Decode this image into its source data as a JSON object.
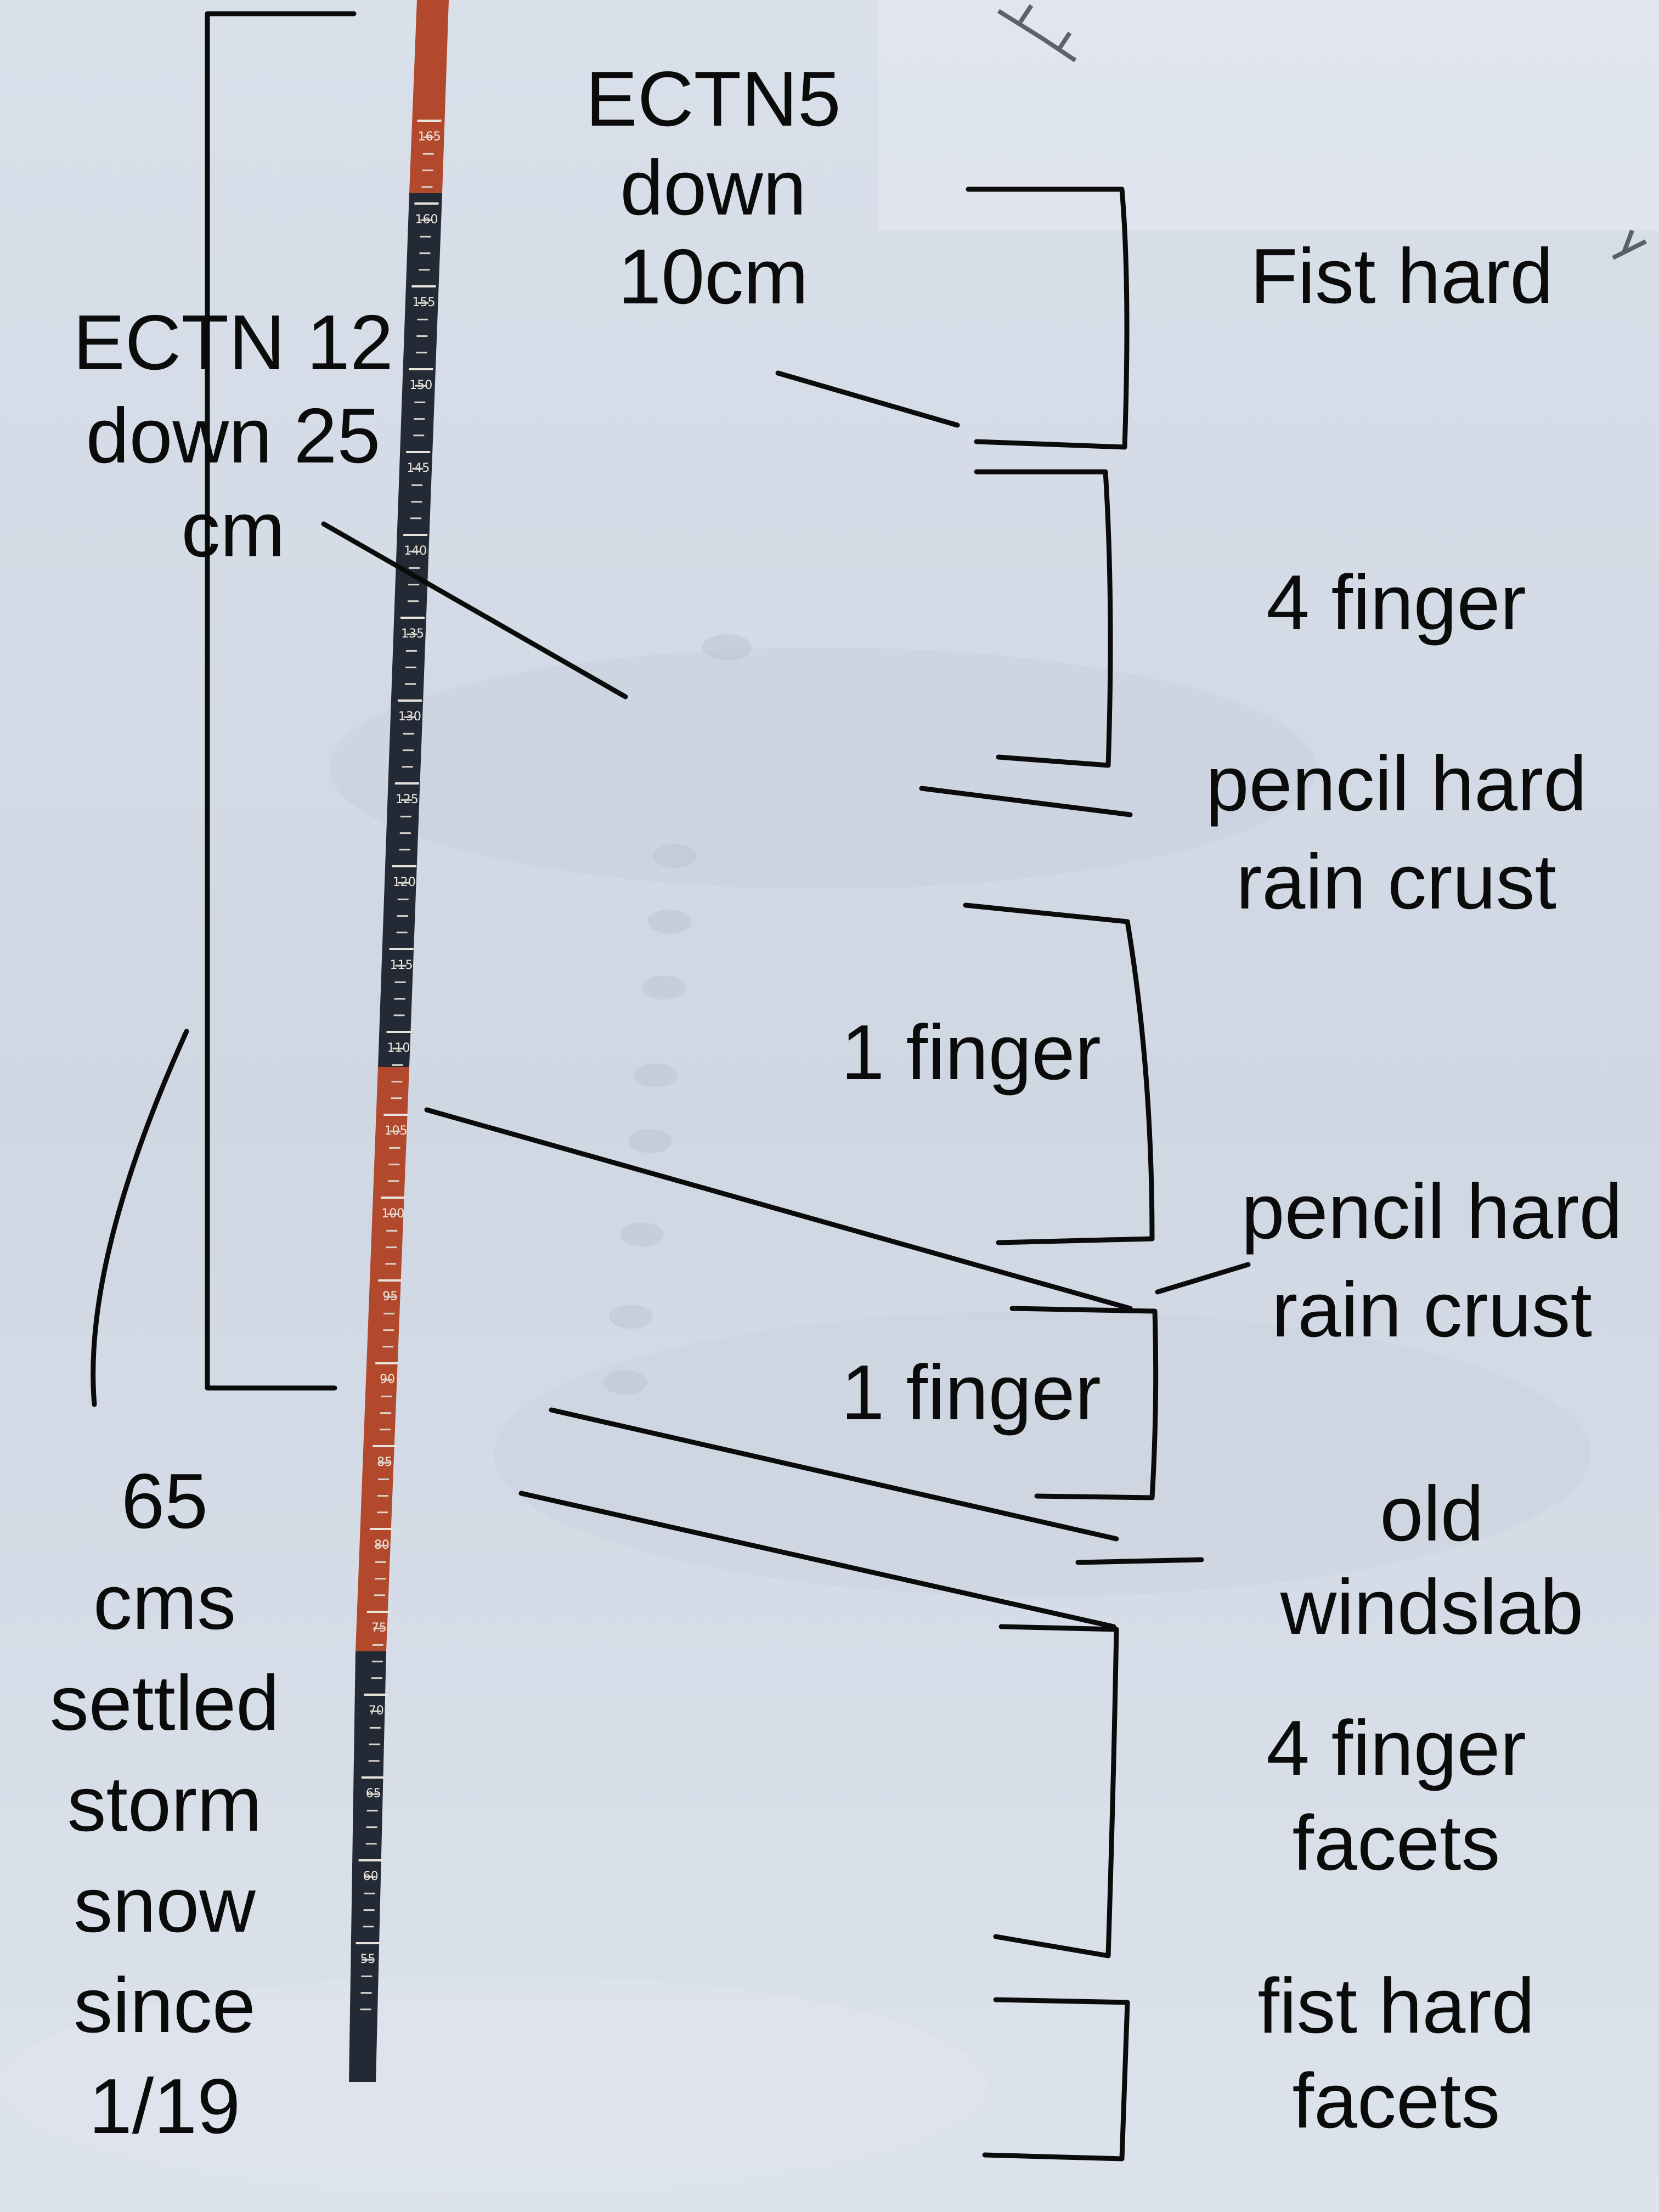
{
  "annotations": {
    "ectn5": [
      "ECTN5",
      "down",
      "10cm"
    ],
    "ectn12": [
      "ECTN 12",
      "down 25",
      "cm"
    ],
    "storm_snow": [
      "65",
      "cms",
      "settled",
      "storm",
      "snow",
      "since",
      "1/19"
    ]
  },
  "layers": [
    {
      "lines": [
        "Fist hard"
      ]
    },
    {
      "lines": [
        "4 finger"
      ]
    },
    {
      "lines": [
        "pencil hard",
        "rain crust"
      ]
    },
    {
      "lines": [
        "1 finger"
      ]
    },
    {
      "lines": [
        "pencil hard",
        "rain crust"
      ]
    },
    {
      "lines": [
        "1 finger"
      ]
    },
    {
      "lines": [
        "old",
        "windslab"
      ]
    },
    {
      "lines": [
        "4 finger",
        "facets"
      ]
    },
    {
      "lines": [
        "fist hard",
        "facets"
      ]
    }
  ],
  "probe": {
    "tick_labels": [
      "165",
      "160",
      "155",
      "150",
      "145",
      "140",
      "135",
      "130",
      "125",
      "120",
      "115",
      "110",
      "105",
      "100",
      "95",
      "90",
      "85",
      "80",
      "75",
      "70",
      "65",
      "60",
      "55"
    ]
  },
  "colors": {
    "snow": "#d7dee9",
    "ink": "#0b0b0b",
    "probe_red": "#b3492c",
    "probe_dark": "#232a35"
  }
}
